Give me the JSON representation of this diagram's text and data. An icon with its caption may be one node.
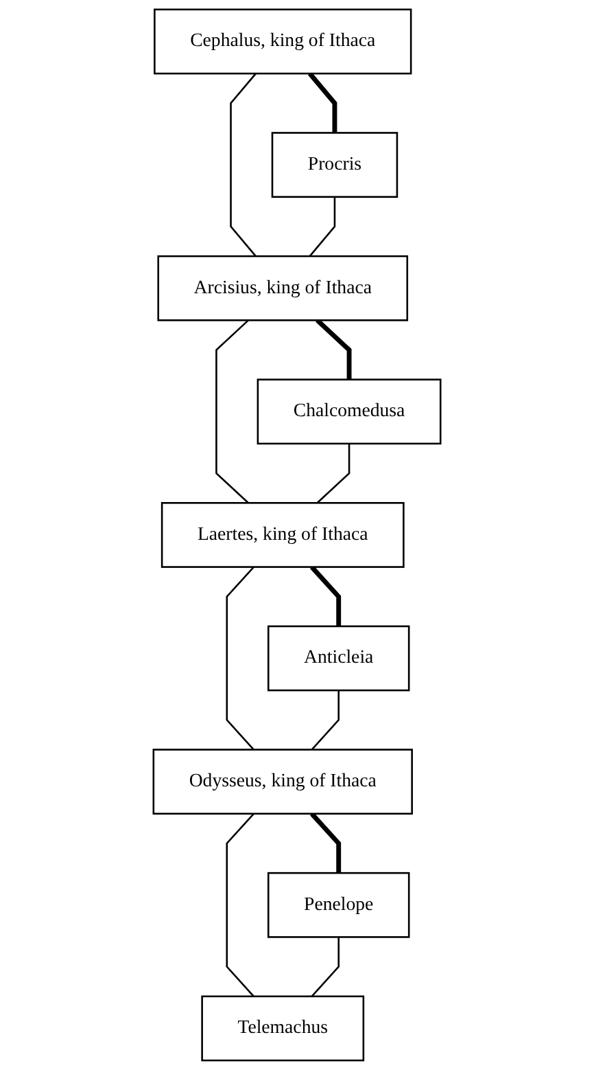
{
  "diagram": {
    "nodes": [
      {
        "text": [
          "Cephalus, king of Ithaca"
        ]
      },
      {
        "text": [
          "Procris"
        ]
      },
      {
        "text": [
          "Arcisius, king of Ithaca"
        ]
      },
      {
        "text": [
          "Chalcomedusa"
        ]
      },
      {
        "text": [
          "Laertes, king of Ithaca"
        ]
      },
      {
        "text": [
          "Anticleia"
        ]
      },
      {
        "text": [
          "Odysseus, king of Ithaca"
        ]
      },
      {
        "text": [
          "Penelope"
        ]
      },
      {
        "text": [
          "Telemachus"
        ]
      }
    ],
    "edges": [
      {
        "from": 0,
        "to": 1,
        "arrow": "none",
        "style": "thick"
      },
      {
        "from": 0,
        "to": 2,
        "arrow": "none"
      },
      {
        "from": 1,
        "to": 2,
        "arrow": "none"
      },
      {
        "from": 2,
        "to": 3,
        "arrow": "none",
        "style": "thick"
      },
      {
        "from": 2,
        "to": 4,
        "arrow": "none"
      },
      {
        "from": 3,
        "to": 4,
        "arrow": "none"
      },
      {
        "from": 4,
        "to": 5,
        "arrow": "none",
        "style": "thick"
      },
      {
        "from": 4,
        "to": 6,
        "arrow": "none"
      },
      {
        "from": 5,
        "to": 6,
        "arrow": "none"
      },
      {
        "from": 6,
        "to": 7,
        "arrow": "none",
        "style": "thick"
      },
      {
        "from": 6,
        "to": 8,
        "arrow": "none"
      },
      {
        "from": 7,
        "to": 8,
        "arrow": "none"
      }
    ]
  }
}
